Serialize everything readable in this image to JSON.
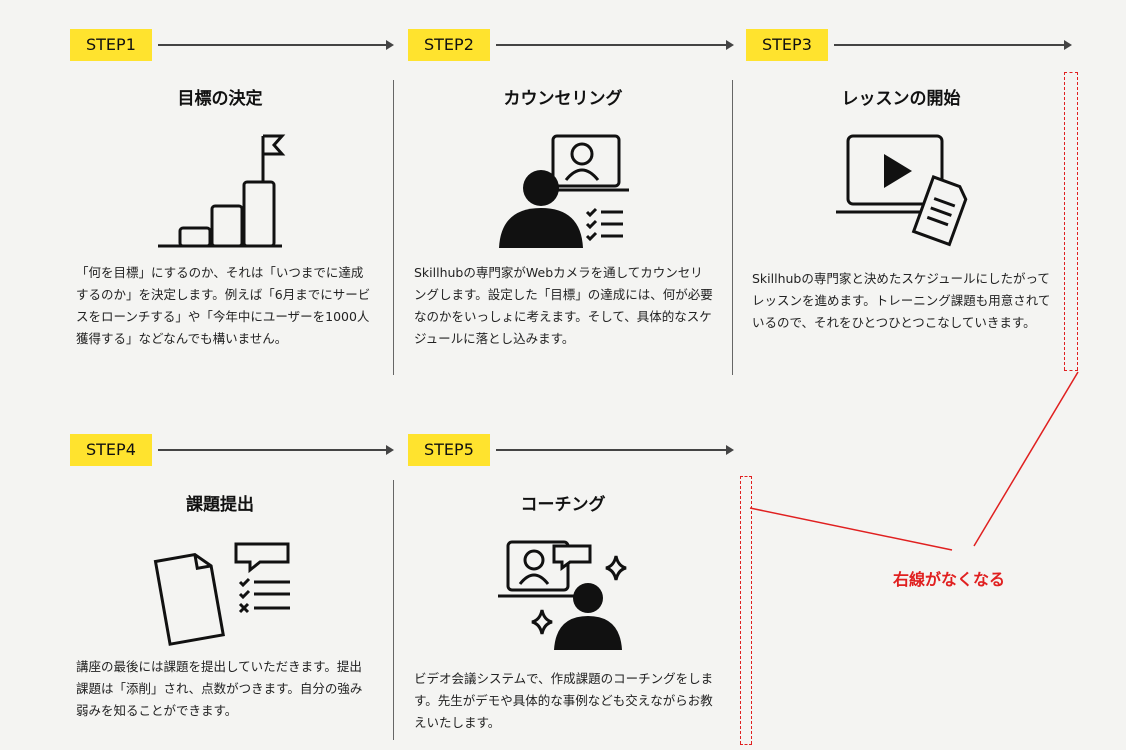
{
  "steps": [
    {
      "badge": "STEP1",
      "title": "目標の決定",
      "icon": "growth-stairs-flag-icon",
      "desc": "「何を目標」にするのか、それは「いつまでに達成するのか」を決定します。例えば「6月までにサービスをローンチする」や「今年中にユーザーを1000人獲得する」などなんでも構いません。"
    },
    {
      "badge": "STEP2",
      "title": "カウンセリング",
      "icon": "video-counseling-icon",
      "desc": "Skillhubの専門家がWebカメラを通してカウンセリングします。設定した「目標」の達成には、何が必要なのかをいっしょに考えます。そして、具体的なスケジュールに落とし込みます。"
    },
    {
      "badge": "STEP3",
      "title": "レッスンの開始",
      "icon": "video-lesson-document-icon",
      "desc": "Skillhubの専門家と決めたスケジュールにしたがってレッスンを進めます。トレーニング課題も用意されているので、それをひとつひとつこなしていきます。"
    },
    {
      "badge": "STEP4",
      "title": "課題提出",
      "icon": "assignment-submit-icon",
      "desc": "講座の最後には課題を提出していただきます。提出課題は「添削」され、点数がつきます。自分の強み弱みを知ることができます。"
    },
    {
      "badge": "STEP5",
      "title": "コーチング",
      "icon": "coaching-video-icon",
      "desc": "ビデオ会議システムで、作成課題のコーチングをします。先生がデモや具体的な事例なども交えながらお教えいたします。"
    }
  ],
  "annotation": {
    "text": "右線がなくなる",
    "color": "#e02020"
  },
  "colors": {
    "badge": "#ffe32e",
    "background": "#f4f4f2"
  }
}
